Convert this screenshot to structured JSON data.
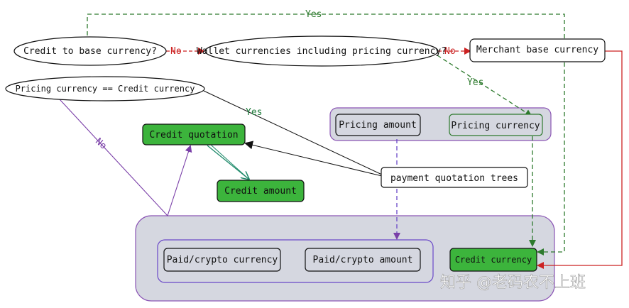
{
  "nodes": {
    "credit_to_base": "Credit to base currency?",
    "wallet_currencies": "Wallet currencies including pricing currency?",
    "merchant_base": "Merchant base currency",
    "pricing_eq_credit": "Pricing currency == Credit currency",
    "credit_quotation": "Credit quotation",
    "credit_amount": "Credit amount",
    "pricing_amount": "Pricing amount",
    "pricing_currency": "Pricing currency",
    "payment_trees": "payment quotation trees",
    "paid_currency": "Paid/crypto currency",
    "paid_amount": "Paid/crypto amount",
    "credit_currency": "Credit currency"
  },
  "edges": {
    "yes_top": "Yes",
    "no_1": "No",
    "no_2": "No",
    "yes_wallet": "Yes",
    "yes_pricing": "Yes",
    "no_pricing": "No"
  },
  "watermark": "知乎 @老码农不上班",
  "colors": {
    "green_fill": "#3cb43c",
    "group_fill": "#d5d7e0",
    "group_border": "#8b55b5",
    "red": "#cc2222",
    "dark_green": "#2d7a2d",
    "teal": "#1e8a6a",
    "purple": "#7a3fa8"
  }
}
